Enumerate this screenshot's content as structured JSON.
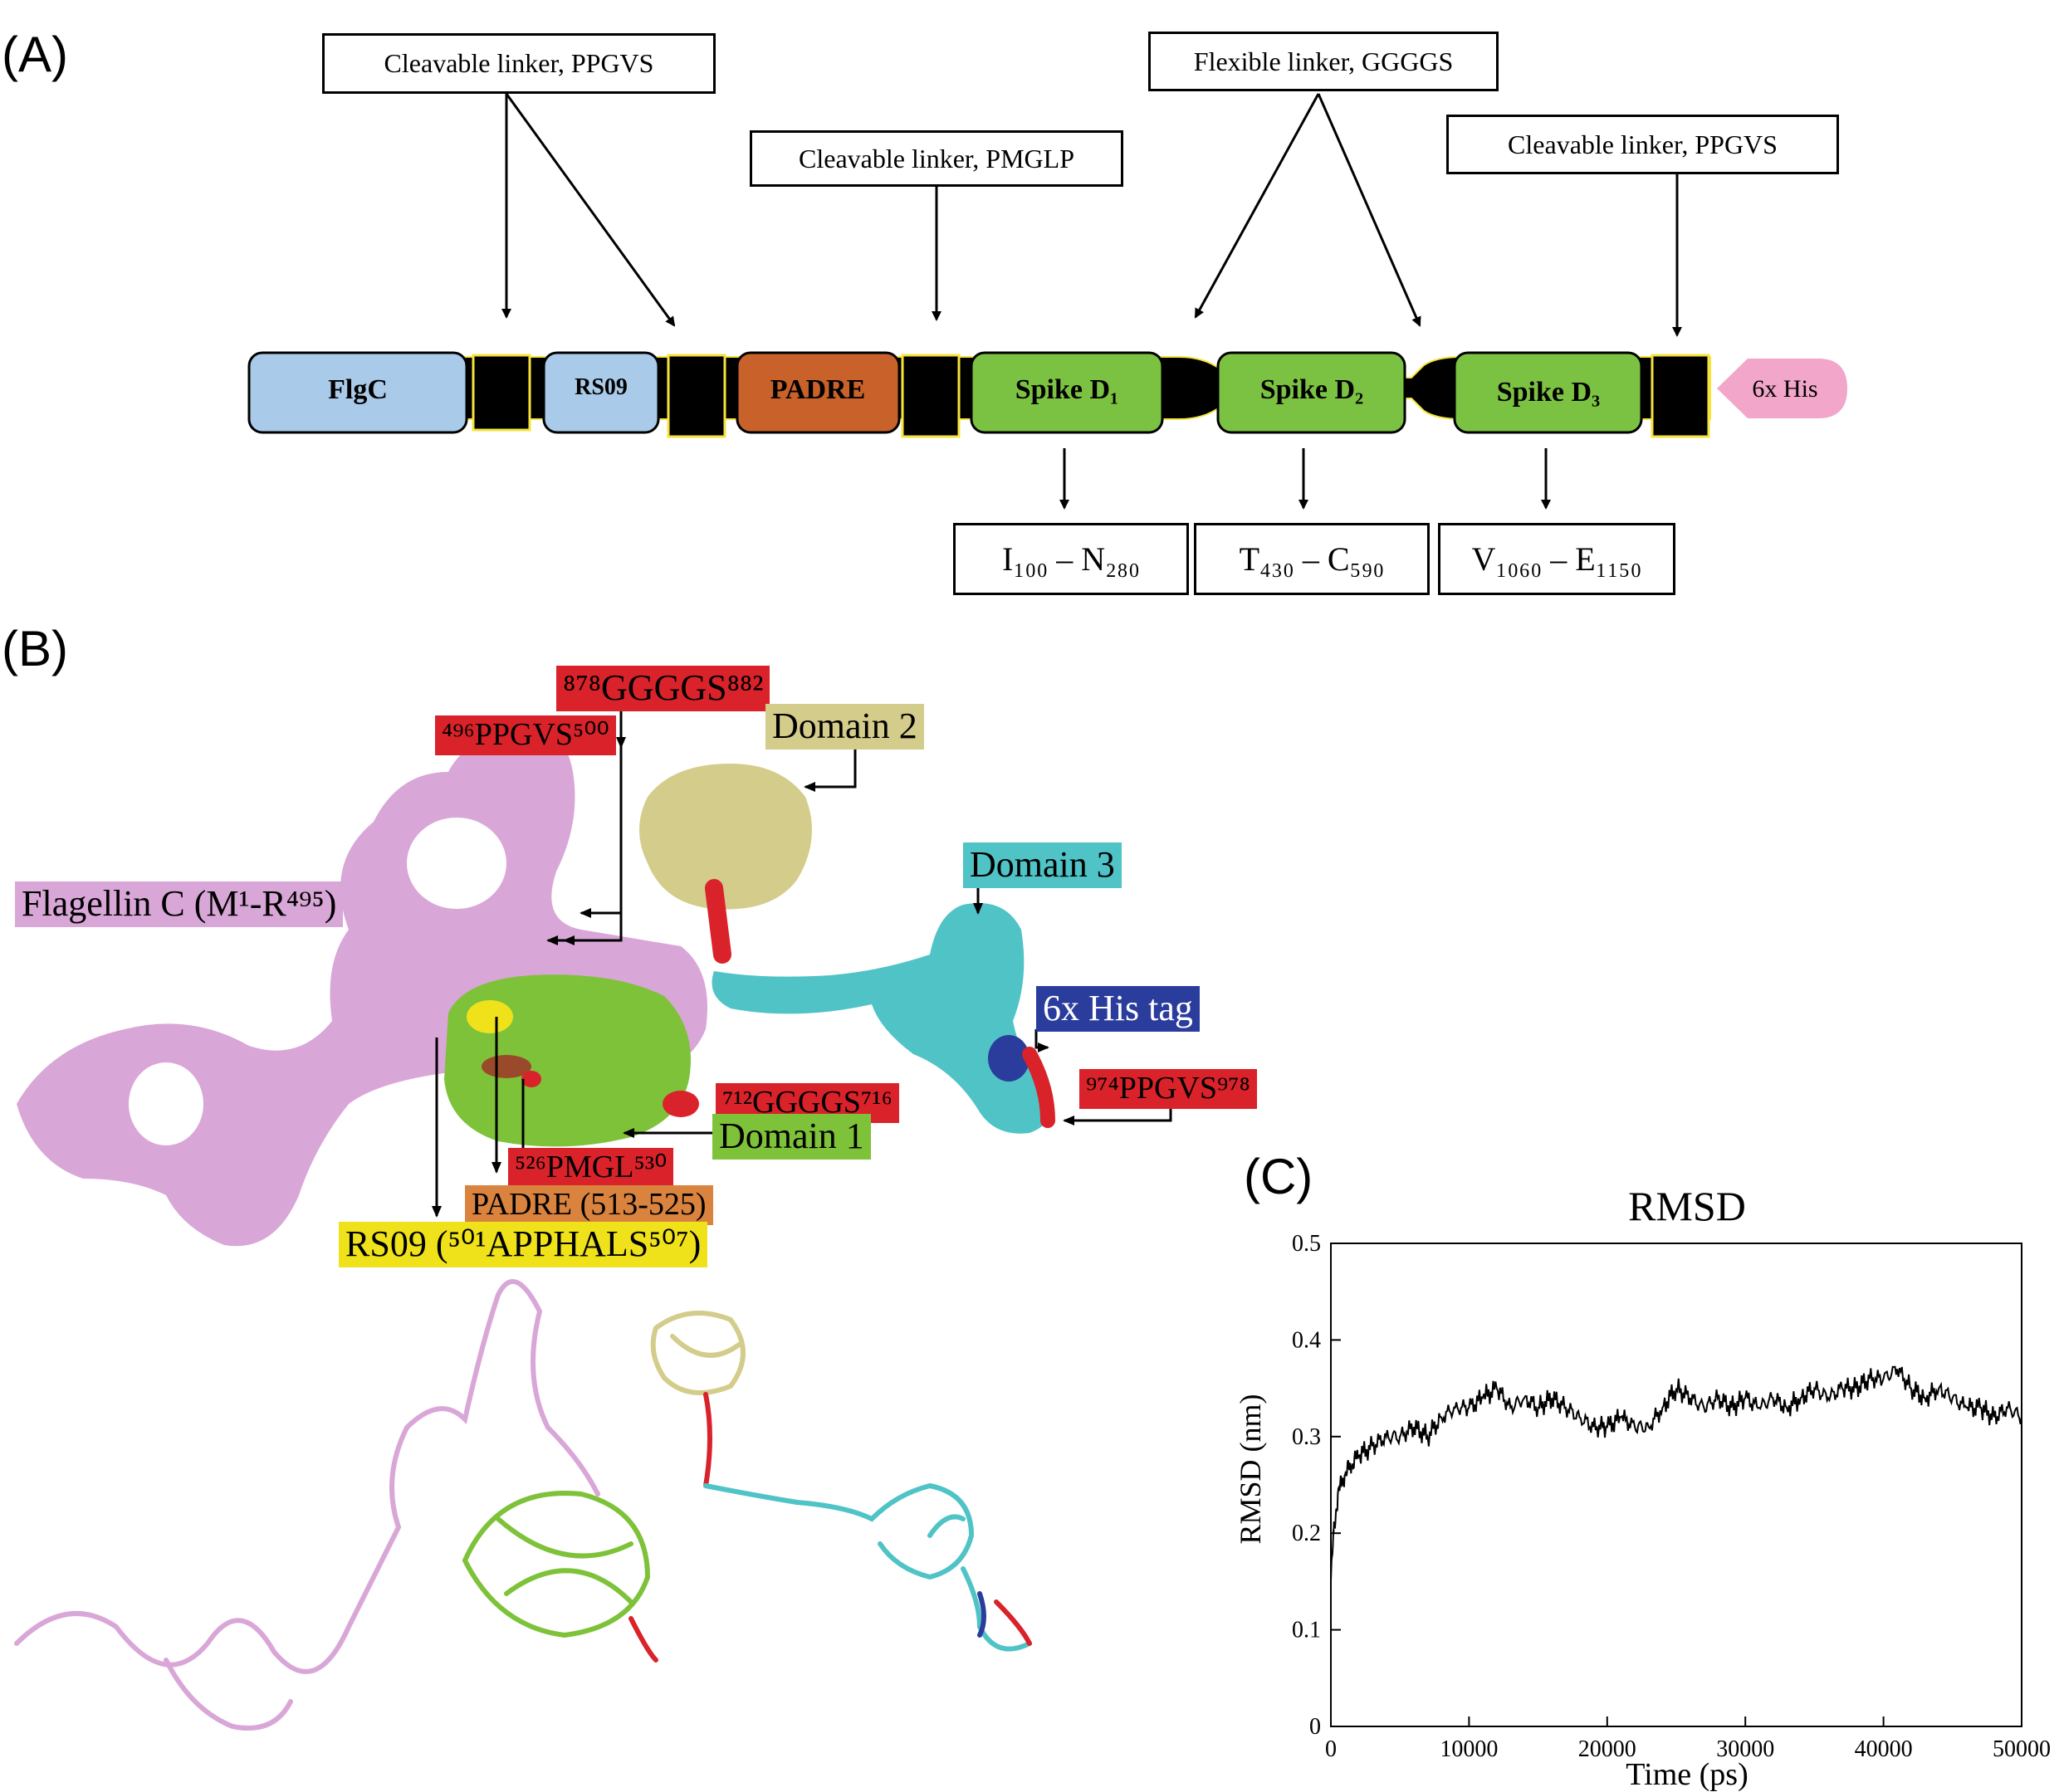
{
  "panels": {
    "a": "(A)",
    "b": "(B)",
    "c": "(C)"
  },
  "panel_a": {
    "linker_boxes": {
      "cleavable_1": "Cleavable linker, PPGVS",
      "cleavable_2": "Cleavable linker, PMGLP",
      "flexible": "Flexible linker, GGGGS",
      "cleavable_3": "Cleavable linker, PPGVS"
    },
    "domains": {
      "flgc": "FlgC",
      "rs09": "RS09",
      "padre": "PADRE",
      "spike1": "Spike D₁",
      "spike2": "Spike D₂",
      "spike3": "Spike D₃",
      "his": "6x His"
    },
    "ranges": {
      "d1": "I₁₀₀ – N₂₈₀",
      "d2": "T₄₃₀ – C₅₉₀",
      "d3": "V₁₀₆₀ – E₁₁₅₀"
    },
    "colors": {
      "flgc": "#a9cbe9",
      "padre": "#c8612a",
      "spike": "#7cc242",
      "his": "#f2a6c9",
      "linker": "#000000",
      "linker_edge": "#f5e33a"
    }
  },
  "panel_b": {
    "labels": {
      "gggs1": "⁸⁷⁸GGGGS⁸⁸²",
      "ppgvs1": "⁴⁹⁶PPGVS⁵⁰⁰",
      "domain2": "Domain 2",
      "flagellin": "Flagellin C (M¹-R⁴⁹⁵)",
      "domain3": "Domain 3",
      "his_tag": "6x His tag",
      "ppgvs2": "⁹⁷⁴PPGVS⁹⁷⁸",
      "gggs2": "⁷¹²GGGGS⁷¹⁶",
      "domain1": "Domain 1",
      "pmgl": "⁵²⁶PMGL⁵³⁰",
      "padre": "PADRE (513-525)",
      "rs09": "RS09 (⁵⁰¹APPHALS⁵⁰⁷)"
    },
    "colors": {
      "flagellin": "#d9a6d8",
      "domain1": "#7ec23a",
      "domain2": "#d4cc8a",
      "domain3": "#4fc3c6",
      "his": "#2a3c9c",
      "linker": "#d9222a",
      "rs09": "#f0e21a",
      "padre": "#d9833f"
    }
  },
  "chart_data": {
    "type": "line",
    "title": "RMSD",
    "xlabel": "Time (ps)",
    "ylabel": "RMSD (nm)",
    "xlim": [
      0,
      50000
    ],
    "ylim": [
      0,
      0.5
    ],
    "xticks": [
      "0",
      "10000",
      "20000",
      "30000",
      "40000",
      "50000"
    ],
    "yticks": [
      "0",
      "0.1",
      "0.2",
      "0.3",
      "0.4",
      "0.5"
    ],
    "series": [
      {
        "x": [
          0,
          200,
          500,
          1000,
          1500,
          2000,
          3000,
          4000,
          5000,
          6000,
          7000,
          8000,
          9000,
          10000,
          11000,
          12000,
          13000,
          14000,
          15000,
          16000,
          17000,
          18000,
          19000,
          20000,
          21000,
          22000,
          23000,
          24000,
          25000,
          26000,
          27000,
          28000,
          29000,
          30000,
          31000,
          32000,
          33000,
          34000,
          35000,
          36000,
          37000,
          38000,
          39000,
          40000,
          41000,
          42000,
          43000,
          44000,
          45000,
          46000,
          47000,
          48000,
          49000,
          50000
        ],
        "y": [
          0.15,
          0.2,
          0.24,
          0.26,
          0.27,
          0.28,
          0.29,
          0.3,
          0.3,
          0.31,
          0.3,
          0.32,
          0.33,
          0.33,
          0.34,
          0.35,
          0.33,
          0.34,
          0.33,
          0.34,
          0.33,
          0.32,
          0.31,
          0.31,
          0.32,
          0.31,
          0.31,
          0.33,
          0.35,
          0.34,
          0.33,
          0.34,
          0.33,
          0.34,
          0.33,
          0.34,
          0.33,
          0.34,
          0.35,
          0.34,
          0.35,
          0.35,
          0.36,
          0.36,
          0.37,
          0.35,
          0.34,
          0.35,
          0.34,
          0.33,
          0.33,
          0.32,
          0.33,
          0.32
        ]
      }
    ]
  }
}
